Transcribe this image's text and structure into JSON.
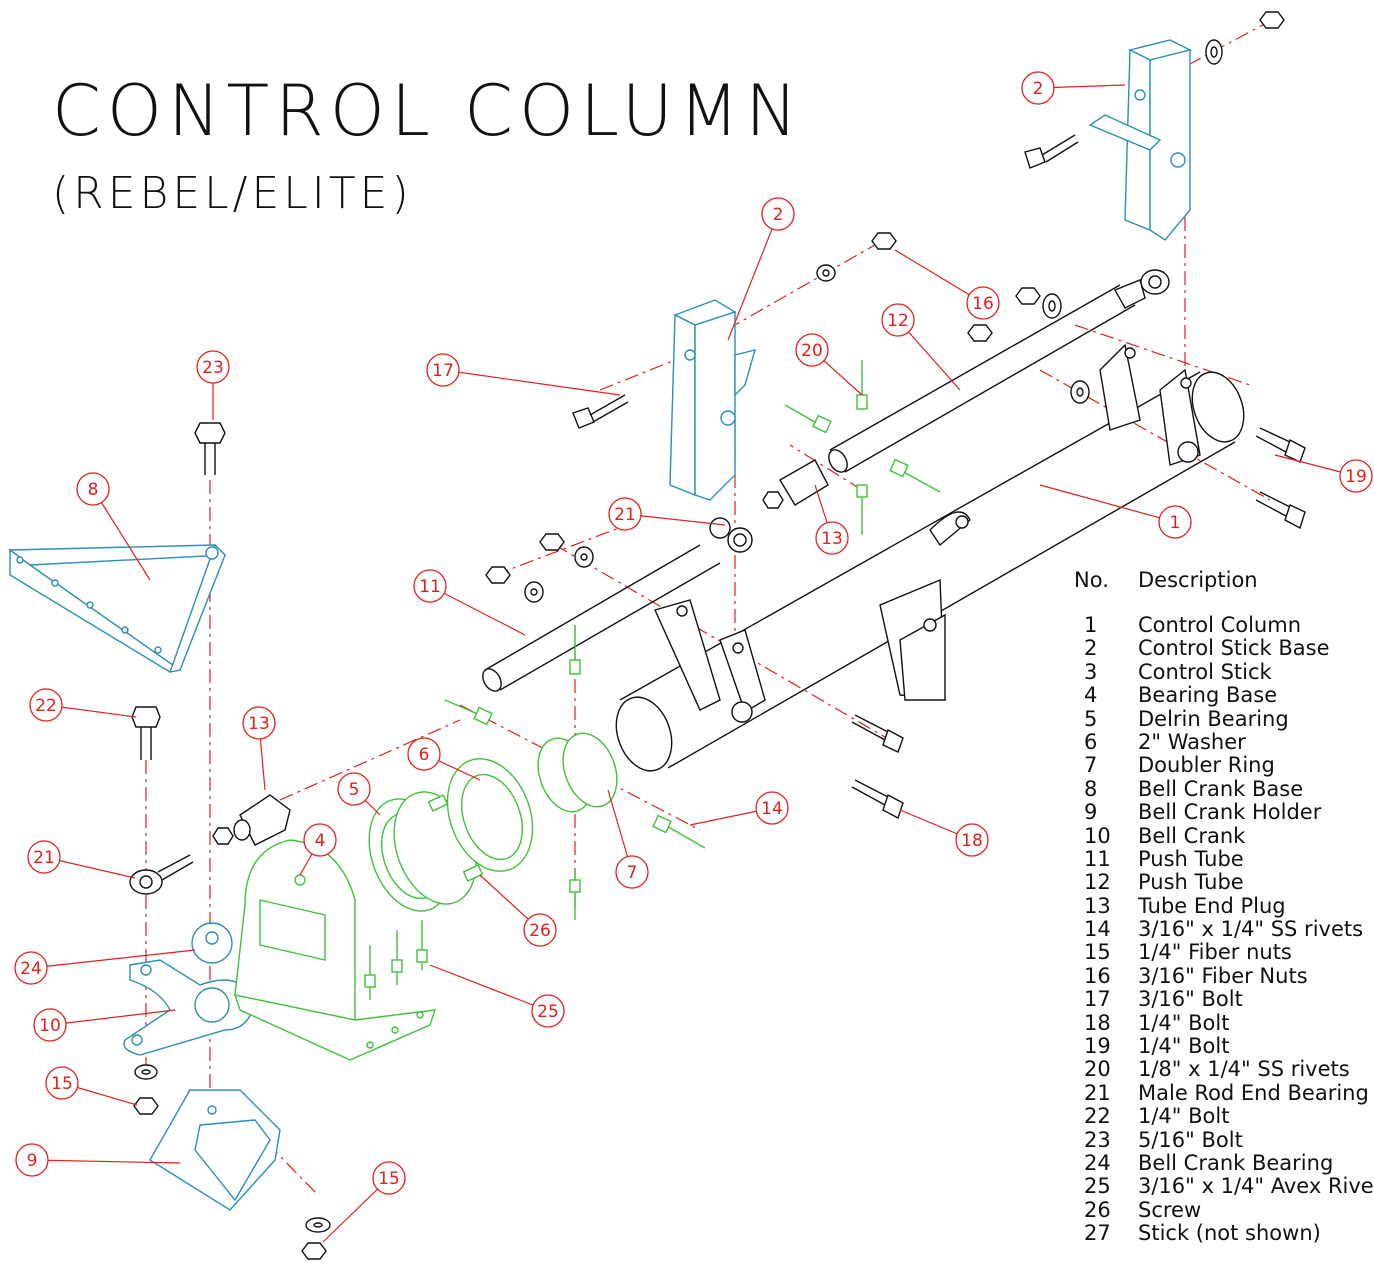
{
  "title": "CONTROL COLUMN",
  "subtitle": "(REBEL/ELITE)",
  "parts_table": {
    "header_no": "No.",
    "header_desc": "Description",
    "rows": [
      {
        "no": "1",
        "desc": "Control Column"
      },
      {
        "no": "2",
        "desc": "Control Stick Base"
      },
      {
        "no": "3",
        "desc": "Control Stick"
      },
      {
        "no": "4",
        "desc": "Bearing Base"
      },
      {
        "no": "5",
        "desc": "Delrin Bearing"
      },
      {
        "no": "6",
        "desc": "2\" Washer"
      },
      {
        "no": "7",
        "desc": "Doubler Ring"
      },
      {
        "no": "8",
        "desc": "Bell Crank Base"
      },
      {
        "no": "9",
        "desc": "Bell Crank Holder"
      },
      {
        "no": "10",
        "desc": "Bell Crank"
      },
      {
        "no": "11",
        "desc": "Push Tube"
      },
      {
        "no": "12",
        "desc": "Push Tube"
      },
      {
        "no": "13",
        "desc": "Tube End Plug"
      },
      {
        "no": "14",
        "desc": "3/16\" x 1/4\" SS rivets"
      },
      {
        "no": "15",
        "desc": "1/4\" Fiber nuts"
      },
      {
        "no": "16",
        "desc": "3/16\" Fiber Nuts"
      },
      {
        "no": "17",
        "desc": "3/16\" Bolt"
      },
      {
        "no": "18",
        "desc": "1/4\" Bolt"
      },
      {
        "no": "19",
        "desc": "1/4\" Bolt"
      },
      {
        "no": "20",
        "desc": "1/8\" x 1/4\" SS rivets"
      },
      {
        "no": "21",
        "desc": "Male Rod End Bearing"
      },
      {
        "no": "22",
        "desc": "1/4\" Bolt"
      },
      {
        "no": "23",
        "desc": "5/16\" Bolt"
      },
      {
        "no": "24",
        "desc": "Bell Crank Bearing"
      },
      {
        "no": "25",
        "desc": "3/16\" x 1/4\" Avex Rive"
      },
      {
        "no": "26",
        "desc": "Screw"
      },
      {
        "no": "27",
        "desc": "Stick (not shown)"
      }
    ]
  },
  "callouts": [
    {
      "label": "2"
    },
    {
      "label": "2"
    },
    {
      "label": "16"
    },
    {
      "label": "12"
    },
    {
      "label": "20"
    },
    {
      "label": "17"
    },
    {
      "label": "19"
    },
    {
      "label": "1"
    },
    {
      "label": "21"
    },
    {
      "label": "13"
    },
    {
      "label": "23"
    },
    {
      "label": "8"
    },
    {
      "label": "11"
    },
    {
      "label": "22"
    },
    {
      "label": "13"
    },
    {
      "label": "4"
    },
    {
      "label": "6"
    },
    {
      "label": "5"
    },
    {
      "label": "14"
    },
    {
      "label": "18"
    },
    {
      "label": "21"
    },
    {
      "label": "7"
    },
    {
      "label": "26"
    },
    {
      "label": "24"
    },
    {
      "label": "25"
    },
    {
      "label": "10"
    },
    {
      "label": "15"
    },
    {
      "label": "9"
    },
    {
      "label": "15"
    }
  ],
  "colors": {
    "line": "#111111",
    "callout": "#e0201a",
    "blue_parts": "#2a8fb5",
    "green_parts": "#3ec23a"
  }
}
